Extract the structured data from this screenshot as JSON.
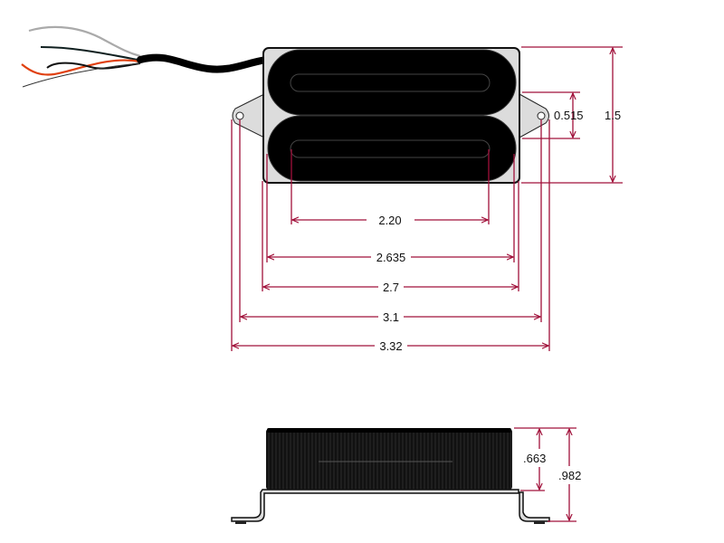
{
  "diagram": {
    "subject": "Dual-rail humbucker pickup dimension drawing",
    "units": "inches",
    "colors": {
      "dimension_line": "#a0103a",
      "bobbin": "#000000",
      "baseplate": "#dcdcdc",
      "wire_orange": "#e04010",
      "wire_gray": "#aaaaaa",
      "wire_dark": "#102020"
    },
    "top_view": {
      "dimensions": {
        "rail_length": "2.20",
        "bobbin_width": "2.635",
        "baseplate_width": "2.7",
        "mounting_hole_spacing": "3.1",
        "overall_length": "3.32",
        "mounting_ear_height": "0.515",
        "overall_height": "1.5"
      }
    },
    "side_view": {
      "dimensions": {
        "bobbin_height": ".663",
        "overall_height": ".982"
      }
    }
  }
}
